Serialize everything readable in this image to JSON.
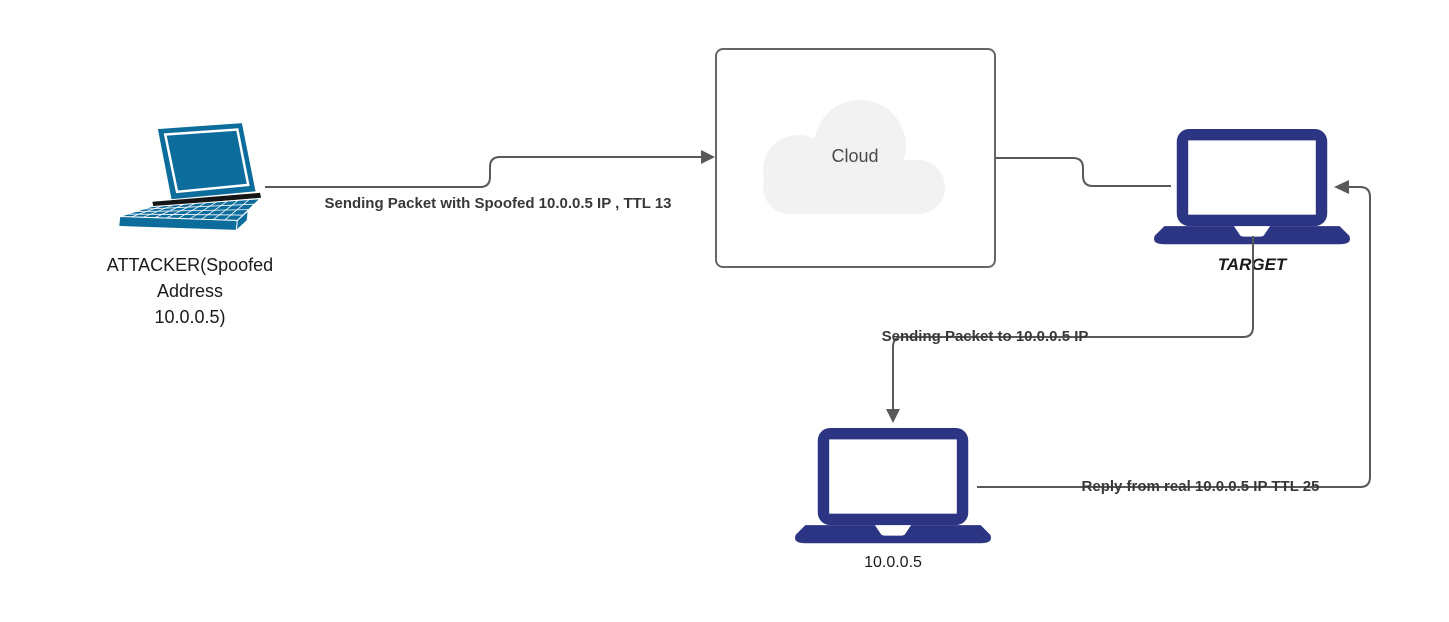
{
  "diagram_title": "IP spoofing / TTL probe network diagram",
  "colors": {
    "connector": "#595959",
    "attacker_laptop": "#0c6c9c",
    "target_laptop": "#2b3583",
    "cloud_fill": "#f2f2f2",
    "cloud_box_border": "#666666",
    "edge_label_text": "#383838",
    "node_label_text": "#1a1a1a"
  },
  "nodes": {
    "attacker": {
      "label": "ATTACKER(Spoofed\nAddress\n10.0.0.5)"
    },
    "cloud": {
      "label": "Cloud"
    },
    "target": {
      "label": "TARGET"
    },
    "real_host": {
      "label": "10.0.0.5"
    }
  },
  "edges": {
    "attacker_to_cloud": {
      "label": "Sending Packet with Spoofed 10.0.0.5 IP , TTL 13"
    },
    "target_to_real_host": {
      "label": "Sending Packet to 10.0.0.5 IP"
    },
    "real_host_to_target": {
      "label": "Reply from real 10.0.0.5 IP TTL 25"
    }
  }
}
